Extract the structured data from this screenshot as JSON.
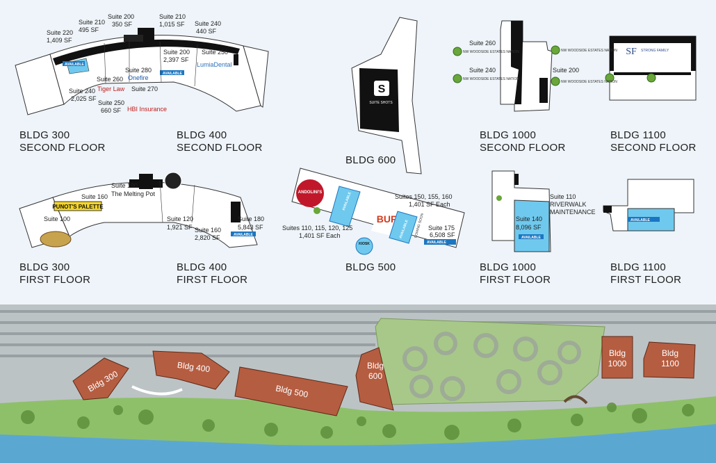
{
  "colors": {
    "available": "#1b76c1",
    "available_fill": "#6fc9ee",
    "building": "#b55d41",
    "grass": "#8ec06a",
    "water": "#5aa8d2",
    "background": "#eef4f9"
  },
  "titles": {
    "b300_2": {
      "l1": "BLDG 300",
      "l2": "SECOND FLOOR"
    },
    "b400_2": {
      "l1": "BLDG 400",
      "l2": "SECOND FLOOR"
    },
    "b600": {
      "l1": "BLDG 600",
      "l2": ""
    },
    "b1000_2": {
      "l1": "BLDG 1000",
      "l2": "SECOND FLOOR"
    },
    "b1100_2": {
      "l1": "BLDG 1100",
      "l2": "SECOND FLOOR"
    },
    "b300_1": {
      "l1": "BLDG 300",
      "l2": "FIRST FLOOR"
    },
    "b400_1": {
      "l1": "BLDG 400",
      "l2": "FIRST FLOOR"
    },
    "b500": {
      "l1": "BLDG 500",
      "l2": ""
    },
    "b1000_1": {
      "l1": "BLDG 1000",
      "l2": "FIRST FLOOR"
    },
    "b1100_1": {
      "l1": "BLDG 1100",
      "l2": "FIRST FLOOR"
    }
  },
  "available_label": "AVAILABLE",
  "b3400_2nd": {
    "s220": {
      "name": "Suite 220",
      "sf": "1,409 SF"
    },
    "s210a": {
      "name": "Suite 210",
      "sf": "495 SF"
    },
    "s200a": {
      "name": "Suite 200",
      "sf": "350 SF"
    },
    "s210b": {
      "name": "Suite 210",
      "sf": "1,015 SF"
    },
    "s240b": {
      "name": "Suite 240",
      "sf": "440 SF"
    },
    "s200b": {
      "name": "Suite 200",
      "sf": "2,397 SF"
    },
    "s250b": {
      "name": "Suite 250"
    },
    "s280": {
      "name": "Suite 280"
    },
    "s260": {
      "name": "Suite 260"
    },
    "s270": {
      "name": "Suite 270"
    },
    "s240a": {
      "name": "Suite 240",
      "sf": "2,025 SF"
    },
    "s250a": {
      "name": "Suite 250",
      "sf": "660 SF"
    },
    "logos": {
      "lumia": "LumiaDental",
      "onefire": "Onefire",
      "tiger": "Tiger Law",
      "hbi": "HBI Insurance"
    }
  },
  "b3400_1st": {
    "s190": {
      "name": "Suite 190"
    },
    "s160a": {
      "name": "Suite 160"
    },
    "s100": {
      "name": "Suite 100"
    },
    "s120": {
      "name": "Suite 120",
      "sf": "1,921 SF"
    },
    "s160b": {
      "name": "Suite 160",
      "sf": "2,820 SF"
    },
    "s180": {
      "name": "Suite 180",
      "sf": "5,843 SF"
    },
    "logos": {
      "palette": "PUNOT'S PALETTE",
      "melting": "The Melting Pot"
    }
  },
  "b600_logo": "SUITE SHOTS",
  "b500": {
    "top_suites": "Suites 150, 155, 160",
    "top_sf": "1,401 SF Each",
    "left_suites": "Suites 110, 115, 120, 125",
    "left_sf": "1,401 SF Each",
    "s175": {
      "name": "Suite 175",
      "sf": "6,508 SF"
    },
    "kiosk": "KIOSK",
    "coming_soon": "COMING SOON",
    "logos": {
      "andolinis": "ANDOLINI'S",
      "burn": "BURN"
    }
  },
  "b1000_2nd": {
    "s260": "Suite 260",
    "s240": "Suite 240",
    "s200": "Suite 200",
    "tenant": "NW WOODSIDE ESTATES NATION"
  },
  "b1100_2nd": {
    "logo": "STRONG FAMILY"
  },
  "b1000_1st": {
    "s110_l1": "Suite 110",
    "s110_l2": "RIVERWALK",
    "s110_l3": "MAINTENANCE",
    "s140": {
      "name": "Suite 140",
      "sf": "8,096 SF"
    }
  },
  "site": {
    "b300": "Bldg 300",
    "b400": "Bldg 400",
    "b500": "Bldg 500",
    "b600_l1": "Bldg",
    "b600_l2": "600",
    "b1000_l1": "Bldg",
    "b1000_l2": "1000",
    "b1100_l1": "Bldg",
    "b1100_l2": "1100"
  }
}
